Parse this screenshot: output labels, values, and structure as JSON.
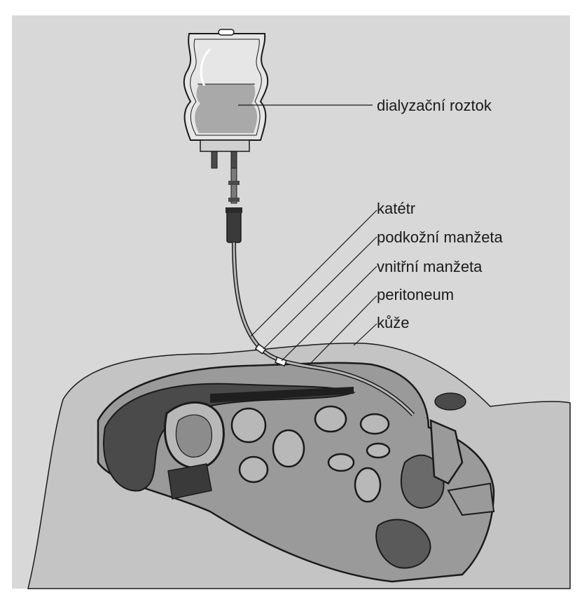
{
  "colors": {
    "paper": "#ffffff",
    "panel": "#d8d8d8",
    "body": "#c4c4c4",
    "organ_dark": "#4a4a4a",
    "organ_mid": "#8c8c8c",
    "organ_light": "#b8b8b8",
    "outline": "#1a1a1a",
    "fluid": "#a9a9a9"
  },
  "labels": {
    "solution": "dialyzační roztok",
    "catheter": "katétr",
    "subcutaneous_cuff": "podkožní manžeta",
    "inner_cuff": "vnitřní manžeta",
    "peritoneum": "peritoneum",
    "skin": "kůže"
  }
}
